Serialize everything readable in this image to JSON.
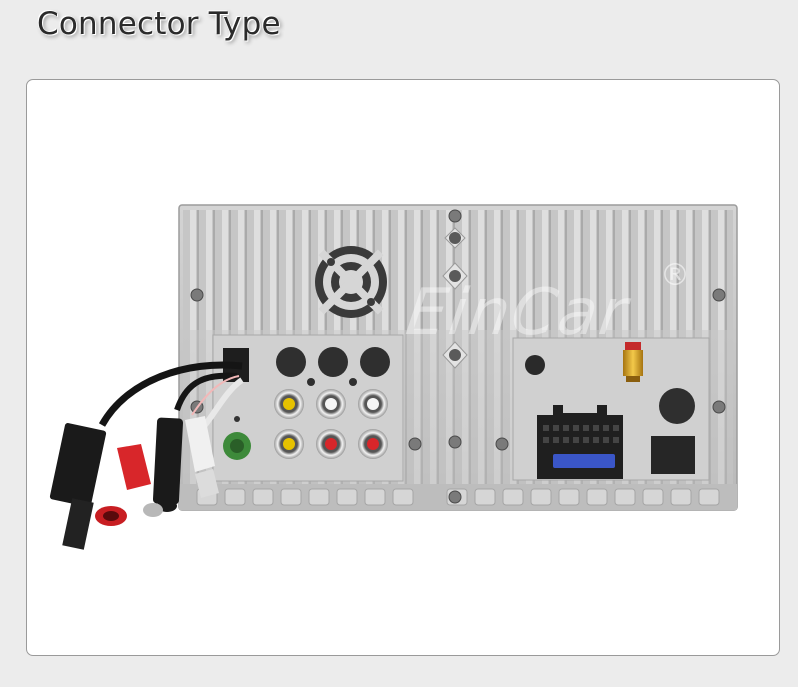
{
  "page": {
    "heading": "Connector Type"
  },
  "photo": {
    "subject": "car-radio-rear-panel",
    "watermark": "EinCar",
    "registered_mark": "®",
    "colors": {
      "background": "#ececec",
      "card": "#ffffff",
      "chassis": "#c9c9c9",
      "antenna_connector": "#d9a020",
      "fuse": "#3a56c8",
      "rca_red": "#d8262a",
      "rca_yellow": "#e6c200",
      "cable": "#1a1a1a"
    }
  }
}
